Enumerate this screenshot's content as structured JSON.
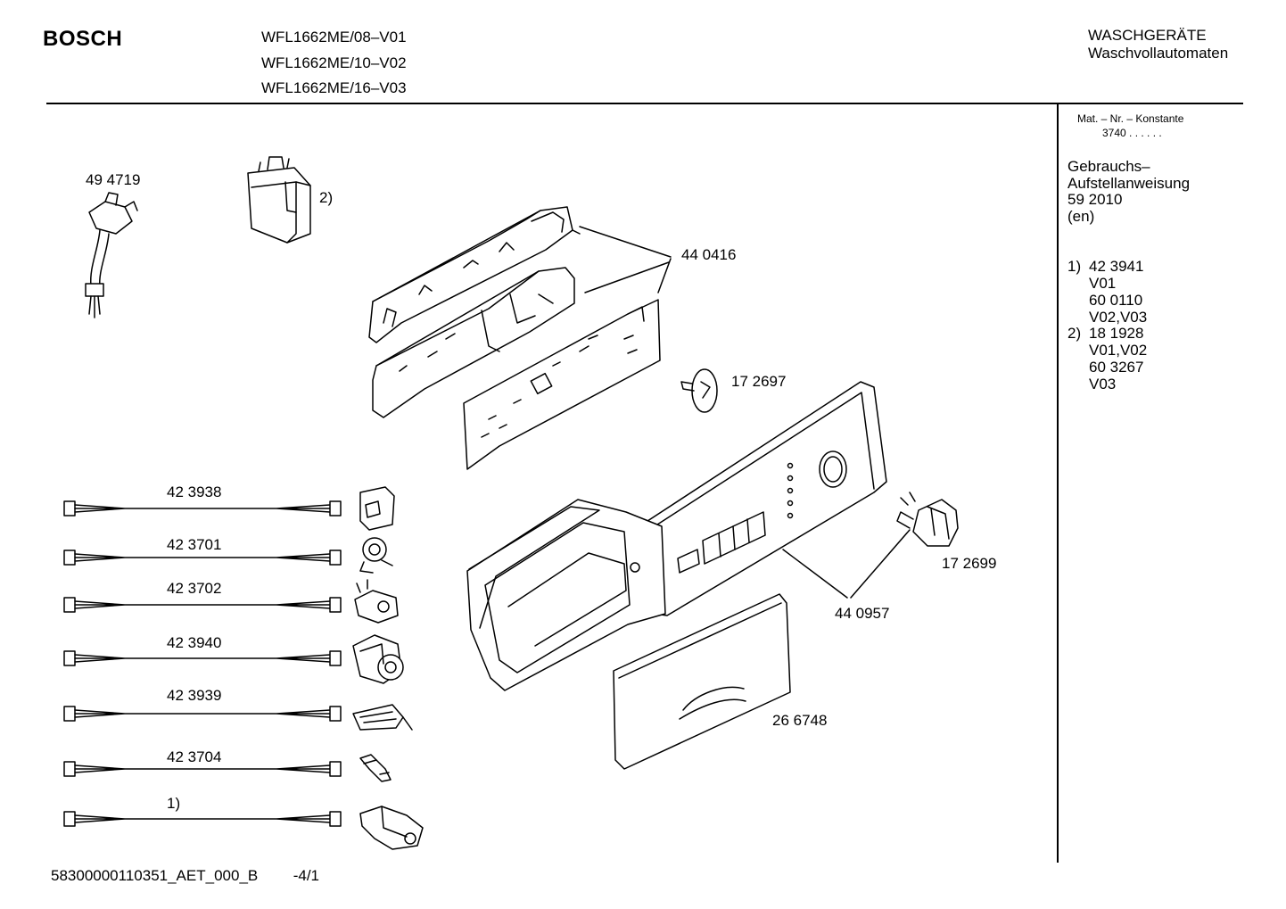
{
  "header": {
    "brand": "BOSCH",
    "models": [
      "WFL1662ME/08–V01",
      "WFL1662ME/10–V02",
      "WFL1662ME/16–V03"
    ],
    "category": "WASCHGERÄTE",
    "subcategory": "Waschvollautomaten"
  },
  "sidebar": {
    "mat_label": "Mat. – Nr. – Konstante",
    "mat_value": "3740 . .  . . . .",
    "manual_lines": [
      "Gebrauchs–",
      "Aufstellanweisung",
      "59 2010",
      "(en)"
    ],
    "notes": [
      {
        "marker": "1)",
        "lines": [
          "42 3941",
          "V01",
          "60 0110",
          "V02,V03"
        ]
      },
      {
        "marker": "2)",
        "lines": [
          "18 1928",
          "V01,V02",
          "60 3267",
          "V03"
        ]
      }
    ]
  },
  "parts": {
    "power_cord": "49 4719",
    "filter_note": "2)",
    "control_module": "44 0416",
    "selector_knob": "17 2697",
    "program_knob": "17 2699",
    "control_panel": "44 0957",
    "dispenser_handle": "26 6748"
  },
  "harnesses": [
    "42 3938",
    "42 3701",
    "42 3702",
    "42 3940",
    "42 3939",
    "42 3704",
    "1)"
  ],
  "footer": {
    "doc_id": "58300000110351_AET_000_B",
    "page": "-4/1"
  }
}
